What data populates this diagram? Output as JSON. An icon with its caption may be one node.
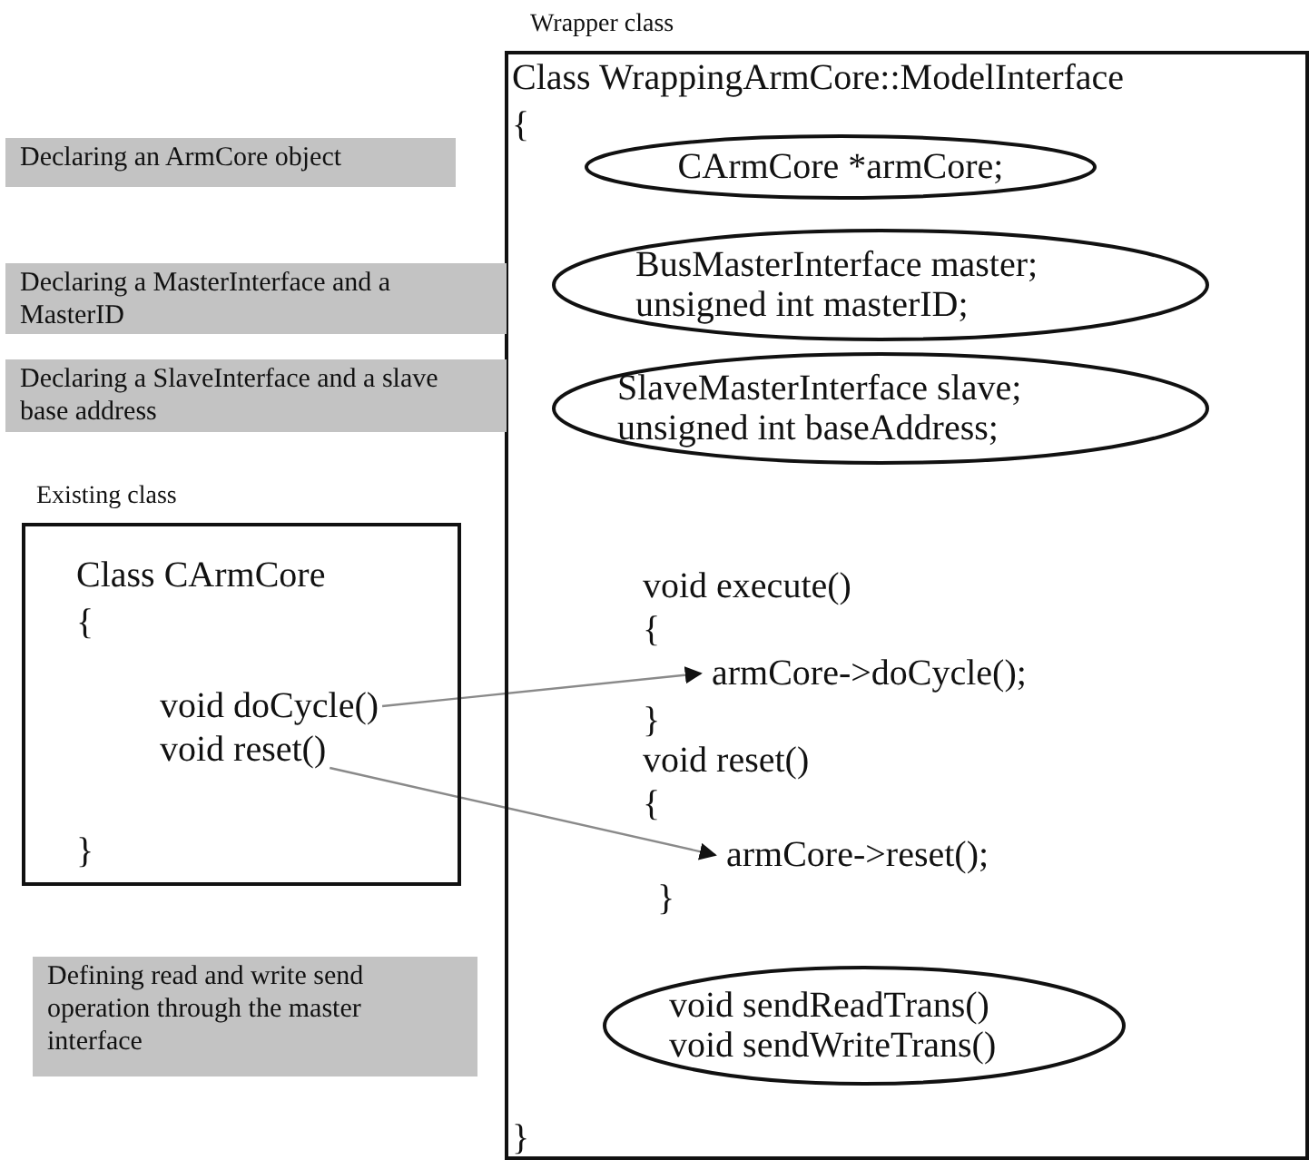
{
  "diagram": {
    "nodes": [
      {
        "text": [
          "Wrapper class",
          "Class WrappingArmCore::ModelInterface",
          "{",
          "void execute()",
          "{",
          "}",
          "void reset()",
          "{",
          "}",
          "}"
        ]
      },
      {
        "text": [
          "CArmCore *armCore;"
        ],
        "in": 0
      },
      {
        "text": [
          "BusMasterInterface master; unsigned int masterID;"
        ],
        "in": 0
      },
      {
        "text": [
          "SlaveMasterInterface slave; unsigned int baseAddress;"
        ],
        "in": 0
      },
      {
        "text": [
          "armCore->doCycle();"
        ],
        "in": 0
      },
      {
        "text": [
          "armCore->reset();"
        ],
        "in": 0
      },
      {
        "text": [
          "void sendReadTrans() void sendWriteTrans()"
        ],
        "in": 0
      },
      {
        "text": [
          "Existing class",
          "Class CArmCore",
          "{",
          "}"
        ]
      },
      {
        "text": [
          "void doCycle()"
        ],
        "in": 7
      },
      {
        "text": [
          "void reset()"
        ],
        "in": 7
      },
      {
        "text": [
          "Declaring an ArmCore object"
        ]
      },
      {
        "text": [
          "Declaring a MasterInterface and a MasterID"
        ]
      },
      {
        "text": [
          "Declaring a SlaveInterface and a slave base address"
        ]
      },
      {
        "text": [
          "Defining read and write send operation through the master interface"
        ]
      }
    ],
    "edges": [
      {
        "from": 8,
        "to": 4,
        "arrow": "to"
      },
      {
        "from": 9,
        "to": 5,
        "arrow": "to"
      }
    ]
  }
}
